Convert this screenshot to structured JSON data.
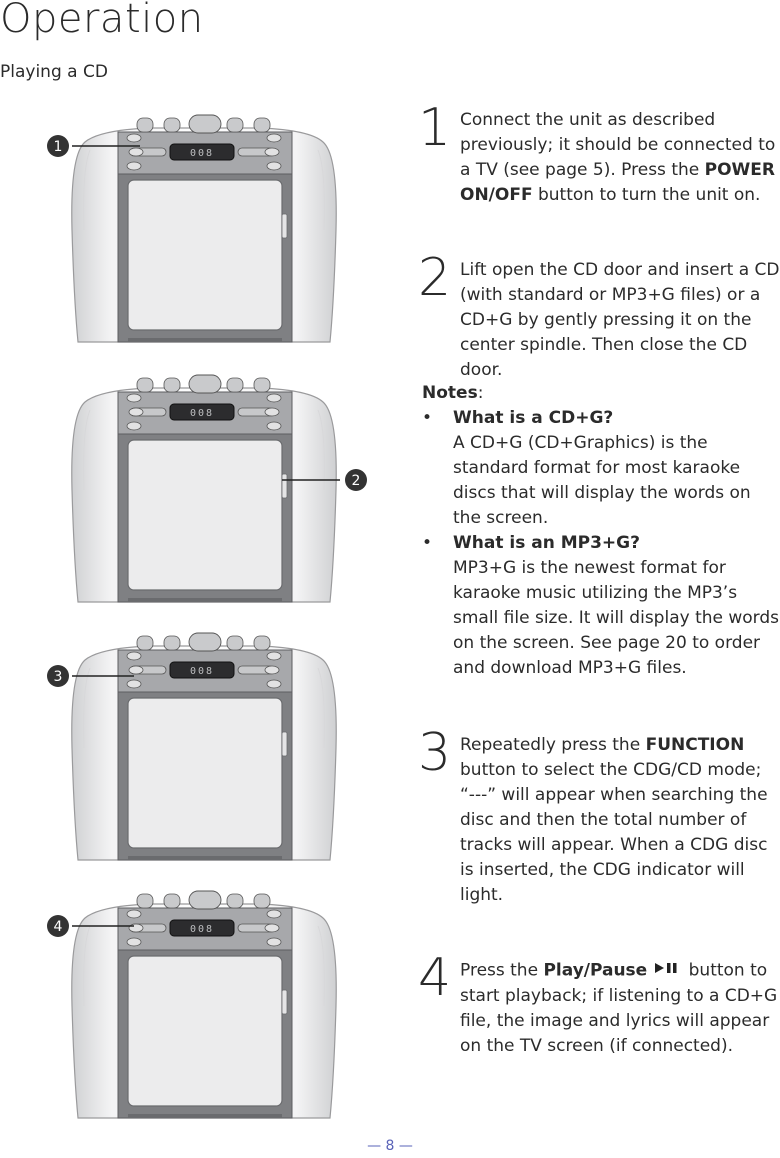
{
  "page": {
    "title": "Operation",
    "subtitle": "Playing a CD",
    "footer": "— 8 —"
  },
  "display": {
    "readout": "008"
  },
  "callouts": [
    "1",
    "2",
    "3",
    "4"
  ],
  "steps": [
    {
      "number": "1",
      "segments": [
        {
          "text": "Connect the unit as described previously; it should be connected to a TV (see page 5). Press the ",
          "bold": false
        },
        {
          "text": "POWER ON/OFF",
          "bold": true
        },
        {
          "text": " button to turn the unit on.",
          "bold": false
        }
      ]
    },
    {
      "number": "2",
      "segments": [
        {
          "text": "Lift open the CD door and insert a CD (with standard or MP3+G files) or a CD+G by gently pressing it on the center spindle. Then close the CD door.",
          "bold": false
        }
      ]
    },
    {
      "number": "3",
      "segments": [
        {
          "text": "Repeatedly press the ",
          "bold": false
        },
        {
          "text": "FUNCTION",
          "bold": true
        },
        {
          "text": " button to select the CDG/CD mode; “---” will appear when searching the disc and then the total number of tracks will appear. When a CDG disc is inserted, the CDG indicator will light.",
          "bold": false
        }
      ]
    },
    {
      "number": "4",
      "segments": [
        {
          "text": "Press the ",
          "bold": false
        },
        {
          "text": "Play/Pause",
          "bold": true
        },
        {
          "icon": "play-pause-icon"
        },
        {
          "text": " button to start playback; if listening to a CD+G file, the image and lyrics will appear on the TV screen (if connected).",
          "bold": false
        }
      ]
    }
  ],
  "notes": {
    "heading": "Notes",
    "colon": ":",
    "bullet": "•",
    "items": [
      {
        "question": "What is a CD+G?",
        "answer": "A CD+G (CD+Graphics) is the standard format for most karaoke discs that will display the words on the screen."
      },
      {
        "question": "What is an MP3+G?",
        "answer": "MP3+G is the newest format for karaoke music utilizing the MP3’s small file size. It will display the words on the screen. See page 20 to order and download MP3+G files."
      }
    ]
  }
}
